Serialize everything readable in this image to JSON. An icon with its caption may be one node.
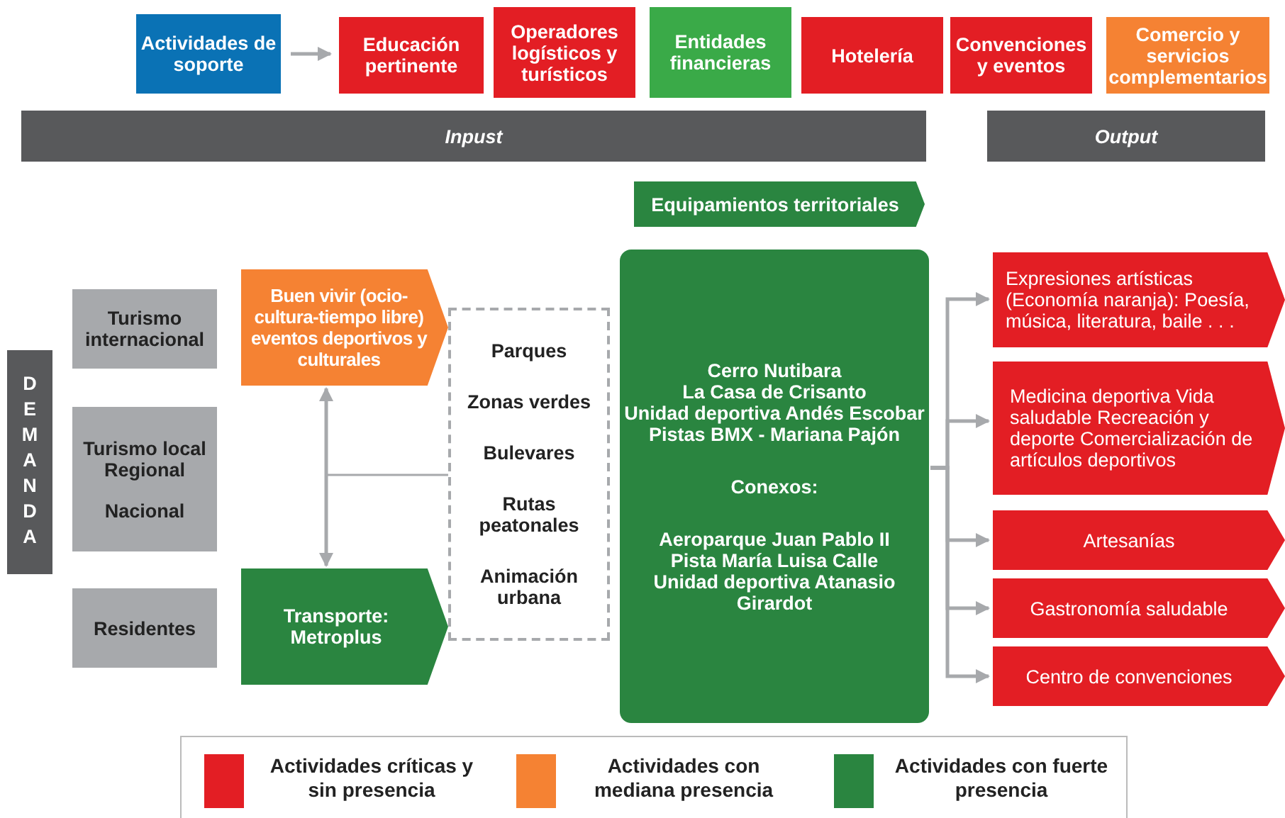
{
  "diagram": {
    "nodes": [
      {
        "text": [
          "Actividades de soporte"
        ]
      },
      {
        "text": [
          "Educación pertinente"
        ]
      },
      {
        "text": [
          "Operadores logísticos y turísticos"
        ]
      },
      {
        "text": [
          "Entidades financieras"
        ]
      },
      {
        "text": [
          "Hotelería"
        ]
      },
      {
        "text": [
          "Convenciones y eventos"
        ]
      },
      {
        "text": [
          "Comercio y servicios complementarios"
        ]
      },
      {
        "text": [
          "Inpust"
        ]
      },
      {
        "text": [
          "Output"
        ]
      },
      {
        "text": [
          "Equipamientos territoriales"
        ]
      },
      {
        "text": [
          "DEMANDA"
        ]
      },
      {
        "text": [
          "Turismo internacional"
        ]
      },
      {
        "text": [
          "Turismo local Regional",
          "Nacional"
        ]
      },
      {
        "text": [
          "Residentes"
        ]
      },
      {
        "text": [
          "Buen vivir (ocio-cultura-tiempo libre) eventos deportivos y culturales"
        ]
      },
      {
        "text": [
          "Transporte: Metroplus"
        ]
      },
      {
        "text": [
          "Parques",
          "Zonas verdes",
          "Bulevares",
          "Rutas peatonales",
          "Animación urbana"
        ]
      },
      {
        "text": [
          "Cerro Nutibara",
          "La Casa de Crisanto",
          "Unidad deportiva Andés Escobar",
          "Pistas BMX - Mariana Pajón",
          "Conexos:",
          "Aeroparque Juan Pablo II",
          "Pista María Luisa Calle",
          "Unidad deportiva Atanasio Girardot"
        ]
      },
      {
        "text": [
          "Expresiones artísticas (Economía naranja): Poesía, música, literatura, baile . . ."
        ]
      },
      {
        "text": [
          "Medicina deportiva Vida saludable Recreación y deporte Comercialización de artículos deportivos"
        ]
      },
      {
        "text": [
          "Artesanías"
        ]
      },
      {
        "text": [
          "Gastronomía saludable"
        ]
      },
      {
        "text": [
          "Centro de convenciones"
        ]
      }
    ],
    "edges": [
      {
        "from": 0,
        "to": 1,
        "arrow": "to"
      },
      {
        "from": 14,
        "to": 15,
        "arrow": "both"
      },
      {
        "from": 16,
        "to": null,
        "arrow": "none"
      },
      {
        "from": 17,
        "to": 18,
        "arrow": "to"
      },
      {
        "from": 17,
        "to": 19,
        "arrow": "to"
      },
      {
        "from": 17,
        "to": 20,
        "arrow": "to"
      },
      {
        "from": 17,
        "to": 21,
        "arrow": "to"
      },
      {
        "from": 17,
        "to": 22,
        "arrow": "to"
      }
    ],
    "legend": [
      {
        "text": "Actividades críticas y sin presencia",
        "color": "#e31e24"
      },
      {
        "text": "Actividades con mediana presencia",
        "color": "#f58233"
      },
      {
        "text": "Actividades con fuerte presencia",
        "color": "#2a8540"
      }
    ]
  }
}
